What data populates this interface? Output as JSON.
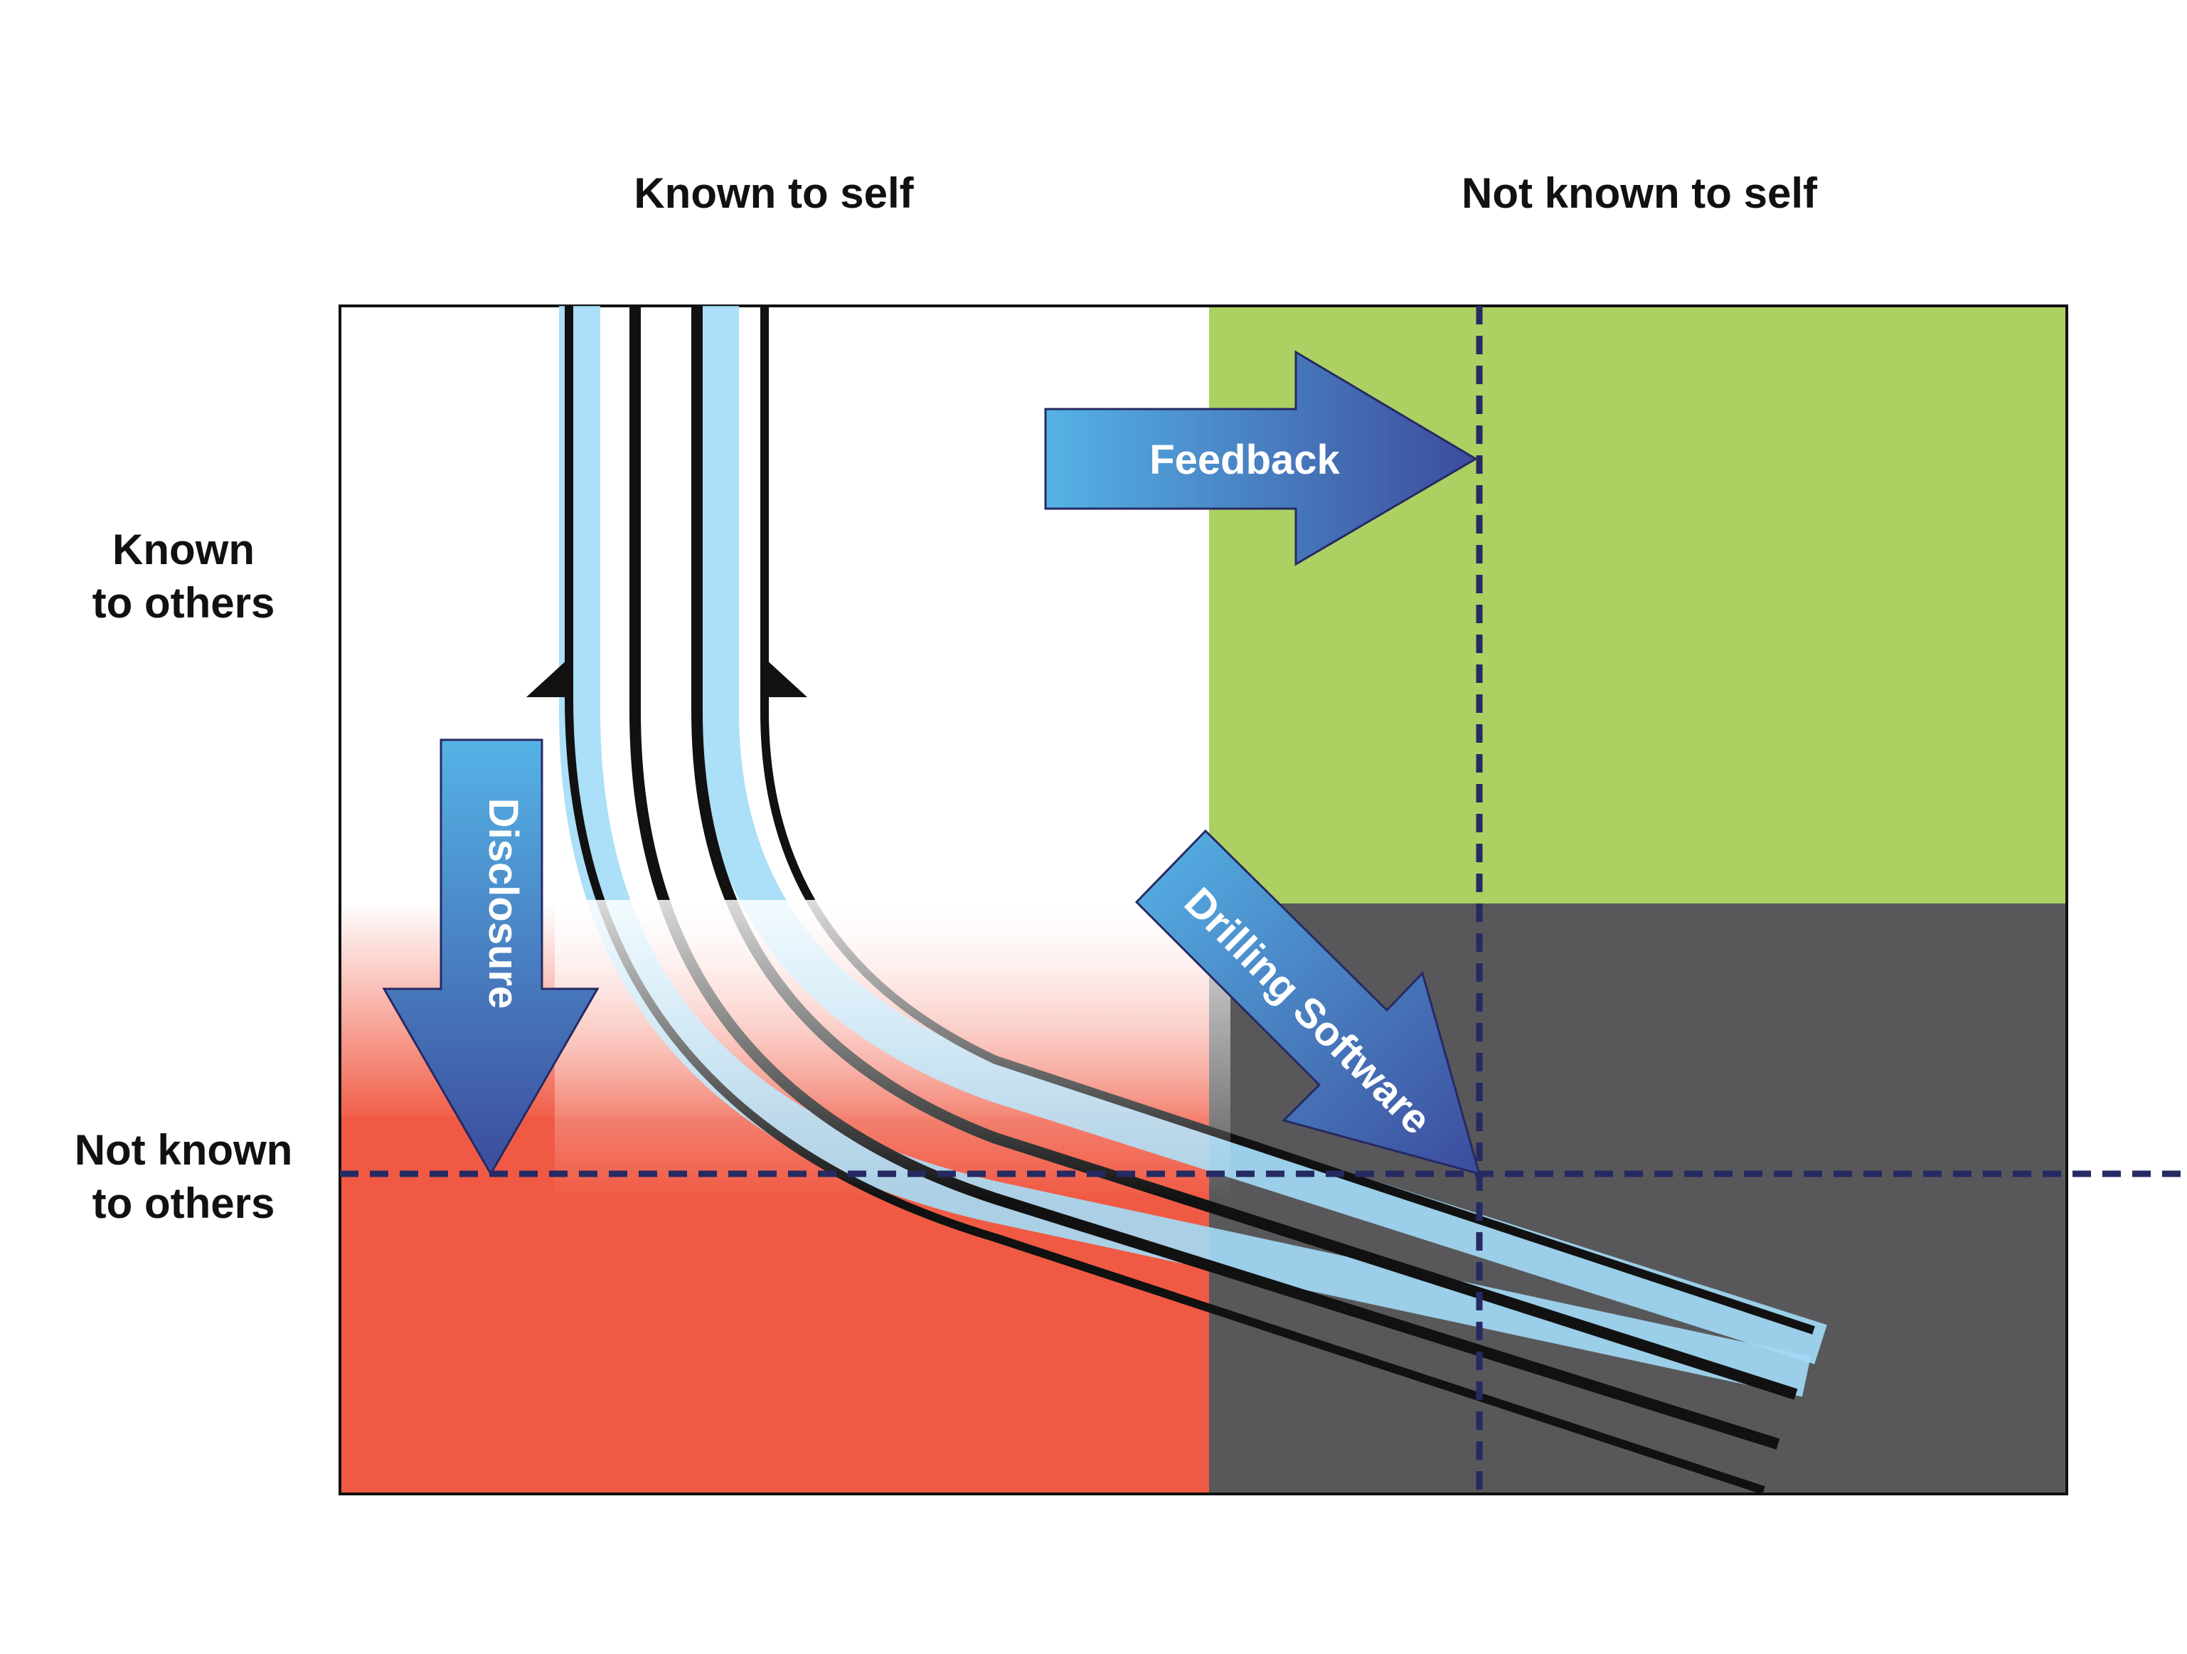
{
  "columns": {
    "left": "Known to self",
    "right": "Not known to self"
  },
  "rows": {
    "top_line1": "Known",
    "top_line2": "to others",
    "bottom_line1": "Not known",
    "bottom_line2": "to others"
  },
  "arrows": {
    "feedback": "Feedback",
    "disclosure": "Disclosure",
    "drilling": "Drilling Software"
  },
  "colors": {
    "green": "#acd162",
    "red": "#f05a44",
    "gray": "#58585a",
    "pipe_blue": "#a3dcf7",
    "dashed_navy": "#262a63",
    "arrow_light": "#55b3e6",
    "arrow_dark": "#3c4c9c"
  }
}
